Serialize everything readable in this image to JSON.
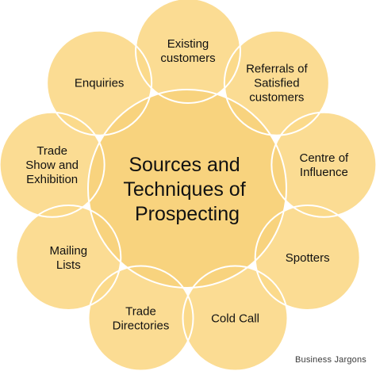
{
  "center": {
    "lines": [
      "Sources and",
      "Techniques of",
      "Prospecting"
    ]
  },
  "petals": [
    {
      "lines": [
        "Existing",
        "customers"
      ]
    },
    {
      "lines": [
        "Referrals of",
        "Satisfied",
        "customers"
      ]
    },
    {
      "lines": [
        "Centre of",
        "Influence"
      ]
    },
    {
      "lines": [
        "Spotters"
      ]
    },
    {
      "lines": [
        "Cold Call"
      ]
    },
    {
      "lines": [
        "Trade",
        "Directories"
      ]
    },
    {
      "lines": [
        "Mailing",
        "Lists"
      ]
    },
    {
      "lines": [
        "Trade",
        "Show and",
        "Exhibition"
      ]
    },
    {
      "lines": [
        "Enquiries"
      ]
    }
  ],
  "watermark": "Business Jargons",
  "colors": {
    "fill": "#fbd98a",
    "stroke": "#ffffff",
    "center_fill": "#f8d37e"
  }
}
